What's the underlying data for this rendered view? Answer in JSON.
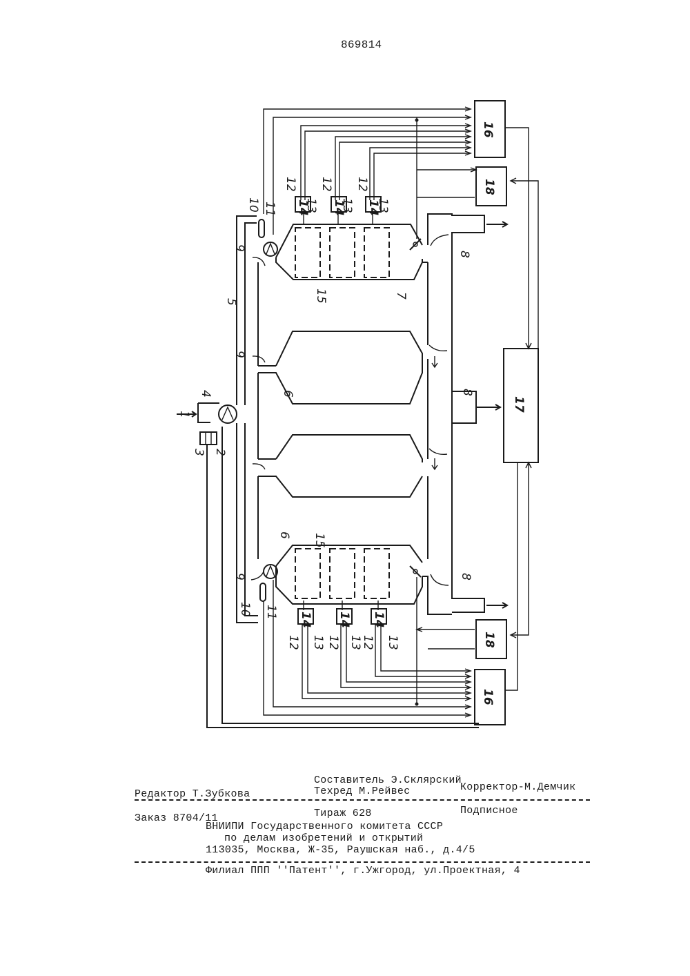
{
  "header": {
    "patent_number": "869814"
  },
  "diagram": {
    "labels": {
      "inlet": "1",
      "inlet_valve": "2",
      "inlet_sensor": "3",
      "fan_housing": "4",
      "supply_duct": "5",
      "furnace": "6",
      "furnace_body": "7",
      "exhaust": "8",
      "air_flow": "9",
      "temp_sensor": "10",
      "damper": "11",
      "line_a": "12",
      "line_b": "13",
      "sensor_block": "14",
      "heater": "15",
      "recorder": "16",
      "controller": "17",
      "regulator": "18"
    }
  },
  "footer": {
    "compiler": "Составитель Э.Склярский",
    "editor": "Редактор Т.Зубкова",
    "techred": "Техред М.Рейвес",
    "corrector": "Корректор-М.Демчик",
    "order": "Заказ 8704/11",
    "circulation": "Тираж 628",
    "subscription": "Подписное",
    "org_line1": "ВНИИПИ Государственного комитета СССР",
    "org_line2": "по делам изобретений и открытий",
    "address": "113035, Москва, Ж-35, Раушская наб., д.4/5",
    "branch": "Филиал ППП ''Патент'', г.Ужгород, ул.Проектная, 4"
  }
}
